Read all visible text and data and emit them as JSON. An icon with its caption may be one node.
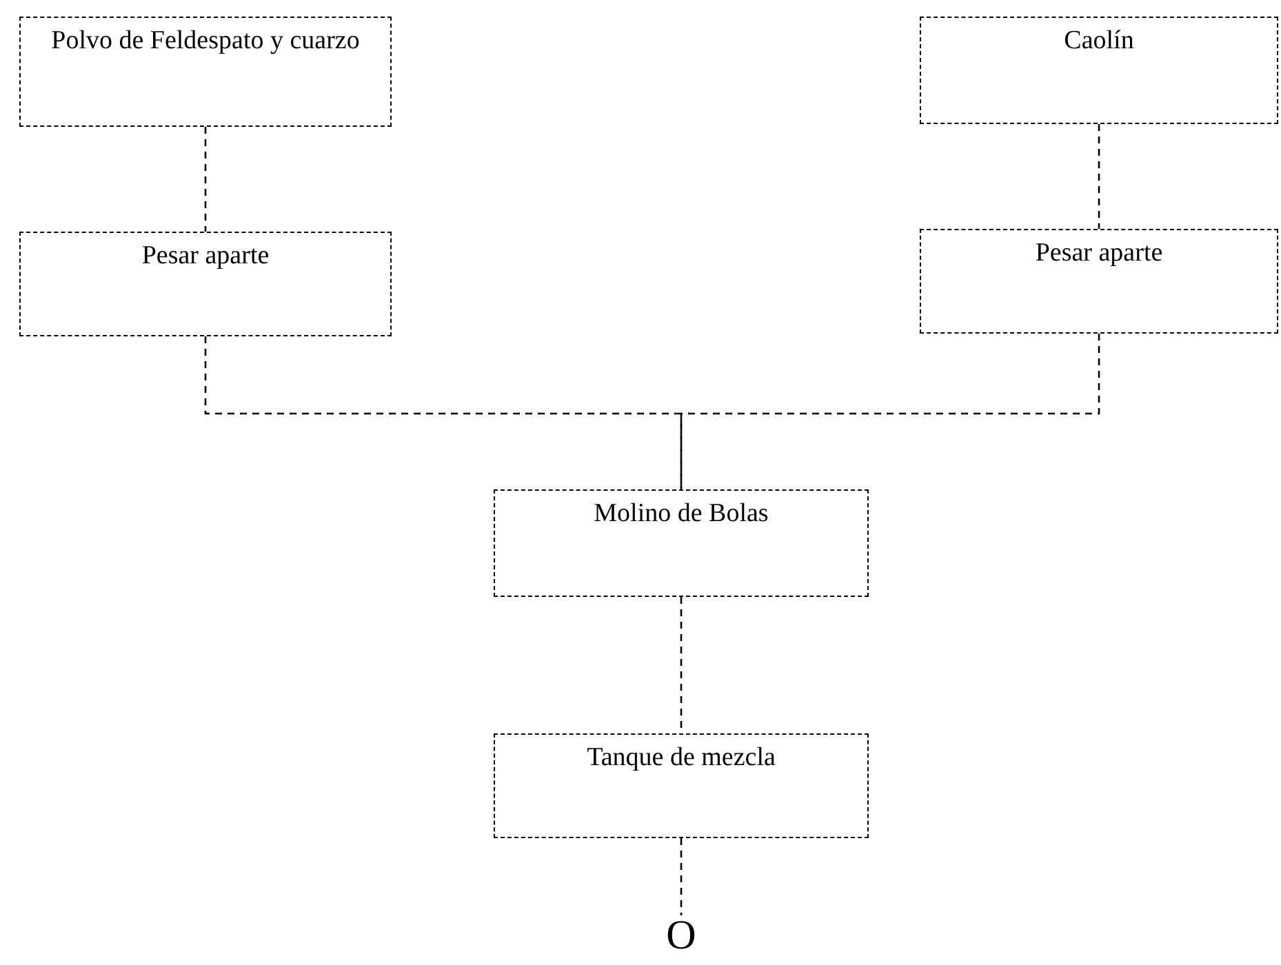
{
  "diagram": {
    "nodes": [
      {
        "text": [
          "Polvo de Feldespato y cuarzo"
        ]
      },
      {
        "text": [
          "Caolín"
        ]
      },
      {
        "text": [
          "Pesar aparte"
        ]
      },
      {
        "text": [
          "Pesar aparte"
        ]
      },
      {
        "text": [
          "Molino de Bolas"
        ]
      },
      {
        "text": [
          "Tanque de mezcla"
        ]
      },
      {
        "text": [
          "O"
        ]
      }
    ],
    "edges": [
      {
        "from": 0,
        "to": 2,
        "arrow": "none",
        "style": "dashed"
      },
      {
        "from": 1,
        "to": 3,
        "arrow": "none",
        "style": "dashed"
      },
      {
        "from": 2,
        "to": 4,
        "arrow": "none",
        "style": "dashed"
      },
      {
        "from": 3,
        "to": 4,
        "arrow": "none",
        "style": "dashed"
      },
      {
        "from": 4,
        "to": 5,
        "arrow": "none",
        "style": "dashed"
      },
      {
        "from": 5,
        "to": 6,
        "arrow": "none",
        "style": "dashed"
      }
    ]
  }
}
